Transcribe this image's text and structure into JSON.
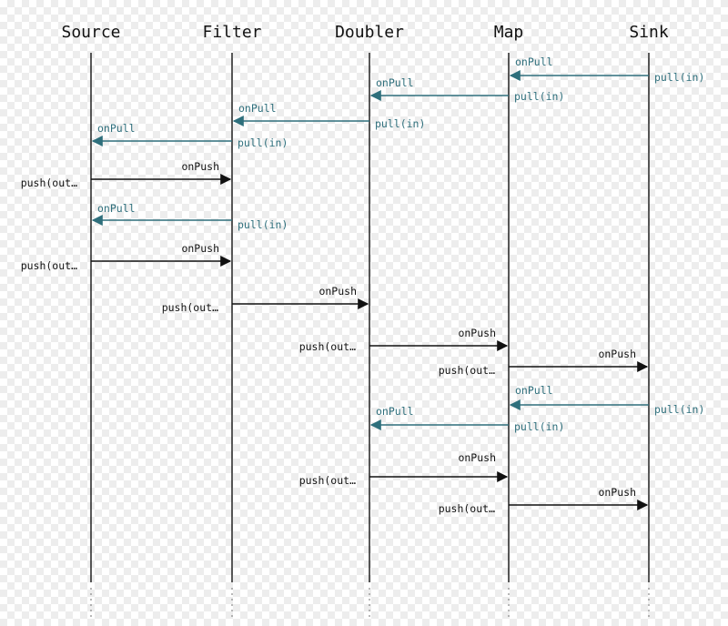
{
  "colors": {
    "push": "#111111",
    "pull": "#2e6f7c",
    "lifeline": "#222222"
  },
  "participants": [
    {
      "id": "source",
      "name": "Source"
    },
    {
      "id": "filter",
      "name": "Filter"
    },
    {
      "id": "doubler",
      "name": "Doubler"
    },
    {
      "id": "map",
      "name": "Map"
    },
    {
      "id": "sink",
      "name": "Sink"
    }
  ],
  "messages": [
    {
      "kind": "pull",
      "from": 4,
      "to": 3,
      "call": "pull(in)",
      "callback": "onPull"
    },
    {
      "kind": "pull",
      "from": 3,
      "to": 2,
      "call": "pull(in)",
      "callback": "onPull"
    },
    {
      "kind": "pull",
      "from": 2,
      "to": 1,
      "call": "pull(in)",
      "callback": "onPull"
    },
    {
      "kind": "pull",
      "from": 1,
      "to": 0,
      "call": "pull(in)",
      "callback": "onPull"
    },
    {
      "kind": "push",
      "from": 0,
      "to": 1,
      "call": "push(out…",
      "callback": "onPush"
    },
    {
      "kind": "pull",
      "from": 1,
      "to": 0,
      "call": "pull(in)",
      "callback": "onPull"
    },
    {
      "kind": "push",
      "from": 0,
      "to": 1,
      "call": "push(out…",
      "callback": "onPush"
    },
    {
      "kind": "push",
      "from": 1,
      "to": 2,
      "call": "push(out…",
      "callback": "onPush"
    },
    {
      "kind": "push",
      "from": 2,
      "to": 3,
      "call": "push(out…",
      "callback": "onPush"
    },
    {
      "kind": "push",
      "from": 3,
      "to": 4,
      "call": "push(out…",
      "callback": "onPush"
    },
    {
      "kind": "pull",
      "from": 4,
      "to": 3,
      "call": "pull(in)",
      "callback": "onPull"
    },
    {
      "kind": "pull",
      "from": 3,
      "to": 2,
      "call": "pull(in)",
      "callback": "onPull"
    },
    {
      "kind": "push",
      "from": 2,
      "to": 3,
      "call": "push(out…",
      "callback": "onPush"
    },
    {
      "kind": "push",
      "from": 3,
      "to": 4,
      "call": "push(out…",
      "callback": "onPush"
    }
  ]
}
